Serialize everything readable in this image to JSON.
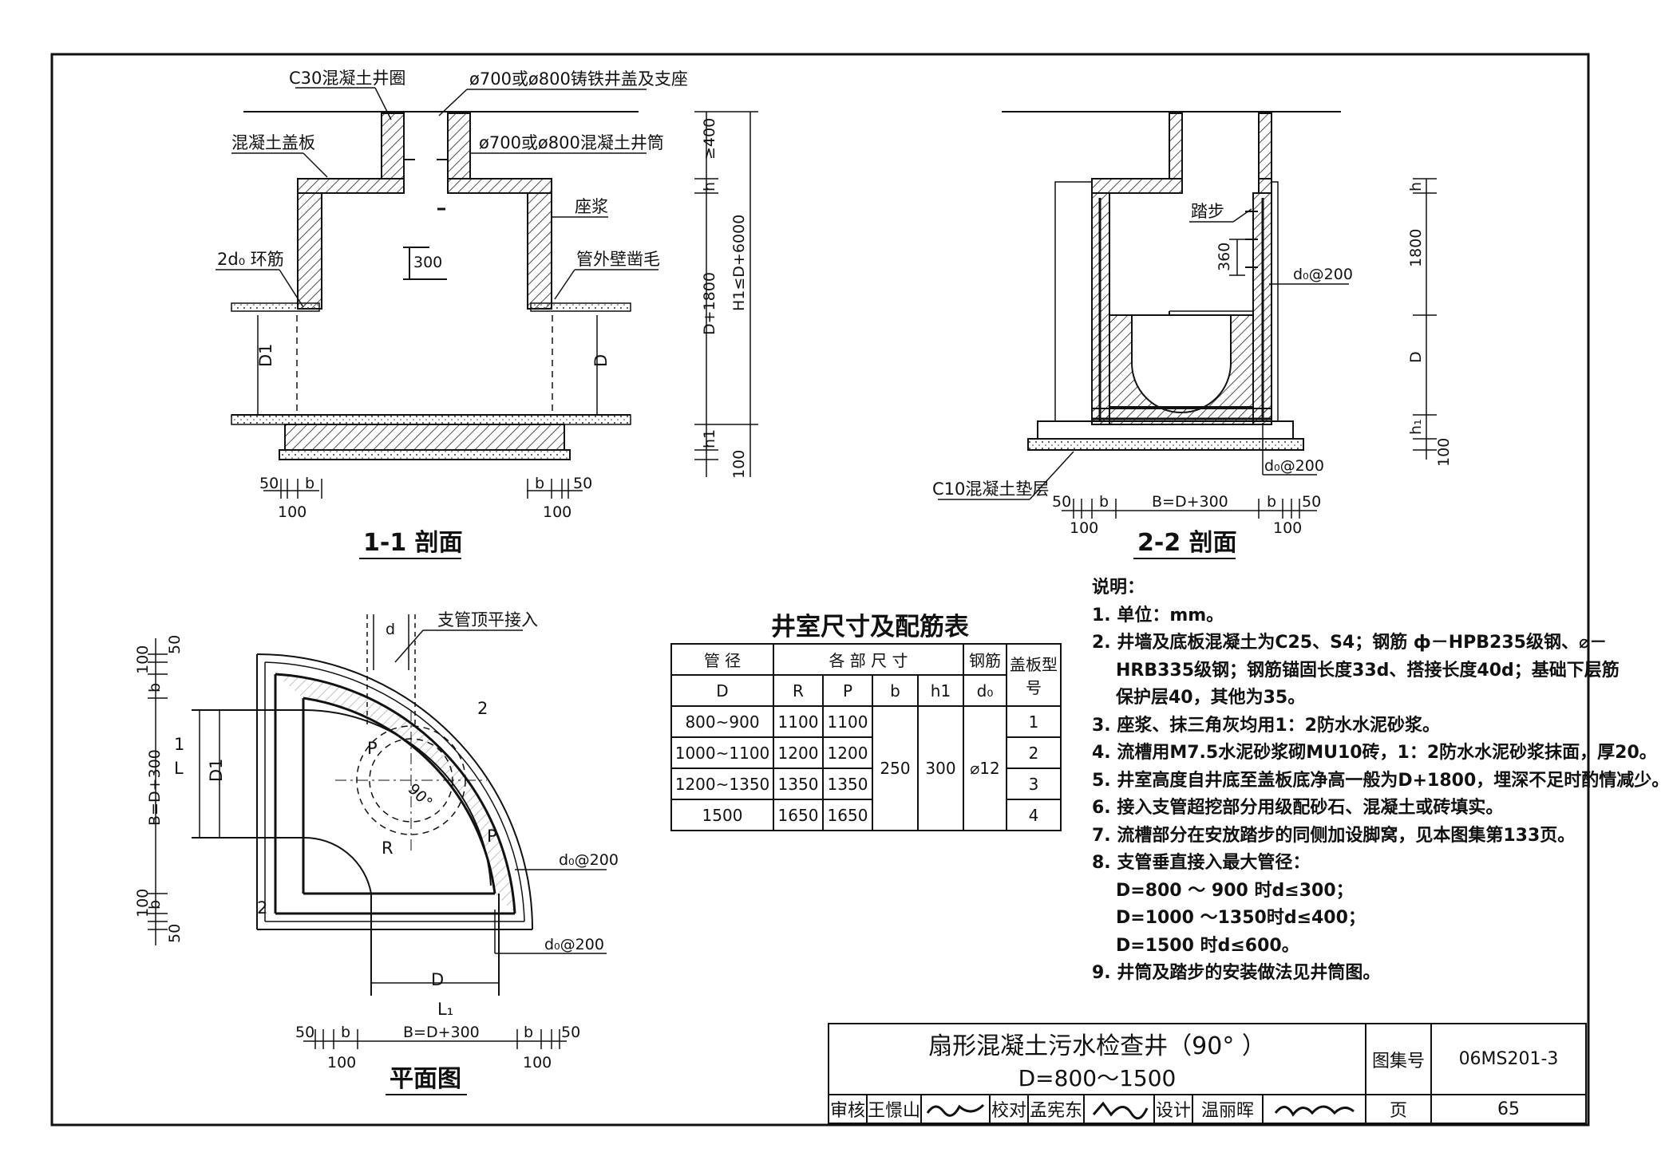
{
  "section11": {
    "title": "1-1 剖面",
    "labels": {
      "ring": "C30混凝土井圈",
      "cover": "ø700或ø800铸铁井盖及支座",
      "slab": "混凝土盖板",
      "shaft": "ø700或ø800混凝土井筒",
      "mortar": "座浆",
      "ringbar": "2d₀ 环筋",
      "roughen": "管外壁凿毛"
    },
    "dims": {
      "d300": "300",
      "d400": "≥400",
      "h": "h",
      "dplus": "D+1800",
      "h1max": "H1≤D+6000",
      "h1": "h1",
      "d100": "100",
      "D1": "D1",
      "D": "D",
      "b50": "50",
      "b": "b",
      "b100": "100"
    }
  },
  "section22": {
    "title": "2-2 剖面",
    "labels": {
      "step": "踏步",
      "bar": "d₀@200",
      "bar2": "d₀@200",
      "base": "C10混凝土垫层"
    },
    "dims": {
      "d360": "360",
      "d1800": "1800",
      "D": "D",
      "h": "h",
      "h1": "h₁",
      "d100": "100",
      "bottom": "B=D+300",
      "b50": "50",
      "b": "b",
      "b100": "100"
    }
  },
  "plan": {
    "title": "平面图",
    "labels": {
      "branch": "支管顶平接入",
      "bar": "d₀@200",
      "bar2": "d₀@200",
      "d": "d",
      "P": "P",
      "R": "R",
      "angle": "90°",
      "D1": "D1",
      "D": "D",
      "sec2": "2",
      "sec1": "1",
      "sec1b": "L",
      "sec1c": "L₁"
    },
    "dims": {
      "d50": "50",
      "d100": "100",
      "b": "b",
      "B": "B=D+300"
    }
  },
  "table": {
    "title": "井室尺寸及配筋表",
    "header1": [
      "管 径",
      "各 部 尺 寸",
      "钢筋",
      "盖板型号"
    ],
    "header2": [
      "D",
      "R",
      "P",
      "b",
      "h1",
      "d₀"
    ],
    "rows": [
      {
        "D": "800~900",
        "R": "1100",
        "P": "1100",
        "type": "1"
      },
      {
        "D": "1000~1100",
        "R": "1200",
        "P": "1200",
        "type": "2"
      },
      {
        "D": "1200~1350",
        "R": "1350",
        "P": "1350",
        "type": "3"
      },
      {
        "D": "1500",
        "R": "1650",
        "P": "1650",
        "type": "4"
      }
    ],
    "b": "250",
    "h1": "300",
    "d0": "⌀12"
  },
  "notes": {
    "heading": "说明：",
    "items": [
      "1. 单位：mm。",
      "2. 井墙及底板混凝土为C25、S4；钢筋 ф－HPB235级钢、⌀－",
      "HRB335级钢；钢筋锚固长度33d、搭接长度40d；基础下层筋",
      "保护层40，其他为35。",
      "3. 座浆、抹三角灰均用1：2防水水泥砂浆。",
      "4. 流槽用M7.5水泥砂浆砌MU10砖，1：2防水水泥砂浆抹面，厚20。",
      "5. 井室高度自井底至盖板底净高一般为D+1800，埋深不足时酌情减少。",
      "6. 接入支管超挖部分用级配砂石、混凝土或砖填实。",
      "7. 流槽部分在安放踏步的同侧加设脚窝，见本图集第133页。",
      "8. 支管垂直接入最大管径：",
      "D=800 ～ 900 时d≤300；",
      "D=1000 ～1350时d≤400；",
      "D=1500      时d≤600。",
      "9. 井筒及踏步的安装做法见井筒图。"
    ]
  },
  "titleblock": {
    "name1": "扇形混凝土污水检查井（90° ）",
    "name2": "D=800～1500",
    "atlas_label": "图集号",
    "atlas_no": "06MS201-3",
    "page_label": "页",
    "page_no": "65",
    "review": "审核",
    "reviewer": "王憬山",
    "check": "校对",
    "checker": "孟宪东",
    "design": "设计",
    "designer": "温丽晖"
  }
}
